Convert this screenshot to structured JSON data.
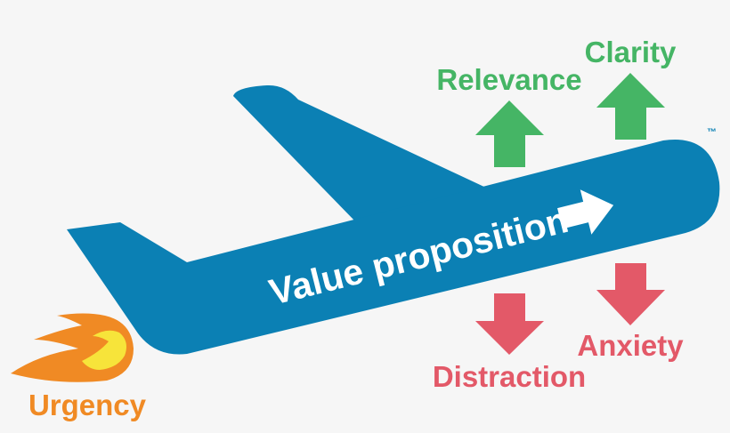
{
  "colors": {
    "background": "#f6f6f6",
    "plane": "#0b80b4",
    "positive": "#45b565",
    "negative": "#e35968",
    "urgency": "#f08a24",
    "flame_inner": "#f7e43a",
    "arrow_text": "#ffffff",
    "trademark": "#0b80b4"
  },
  "diagram": {
    "plane_label": "Value proposition",
    "trademark": "™",
    "forces_up": [
      {
        "label": "Relevance",
        "icon": "arrow-up-icon"
      },
      {
        "label": "Clarity",
        "icon": "arrow-up-icon"
      }
    ],
    "forces_down": [
      {
        "label": "Distraction",
        "icon": "arrow-down-icon"
      },
      {
        "label": "Anxiety",
        "icon": "arrow-down-icon"
      }
    ],
    "thrust": {
      "label": "Urgency",
      "icon": "flame-icon"
    },
    "direction_icon": "arrow-right-icon"
  }
}
